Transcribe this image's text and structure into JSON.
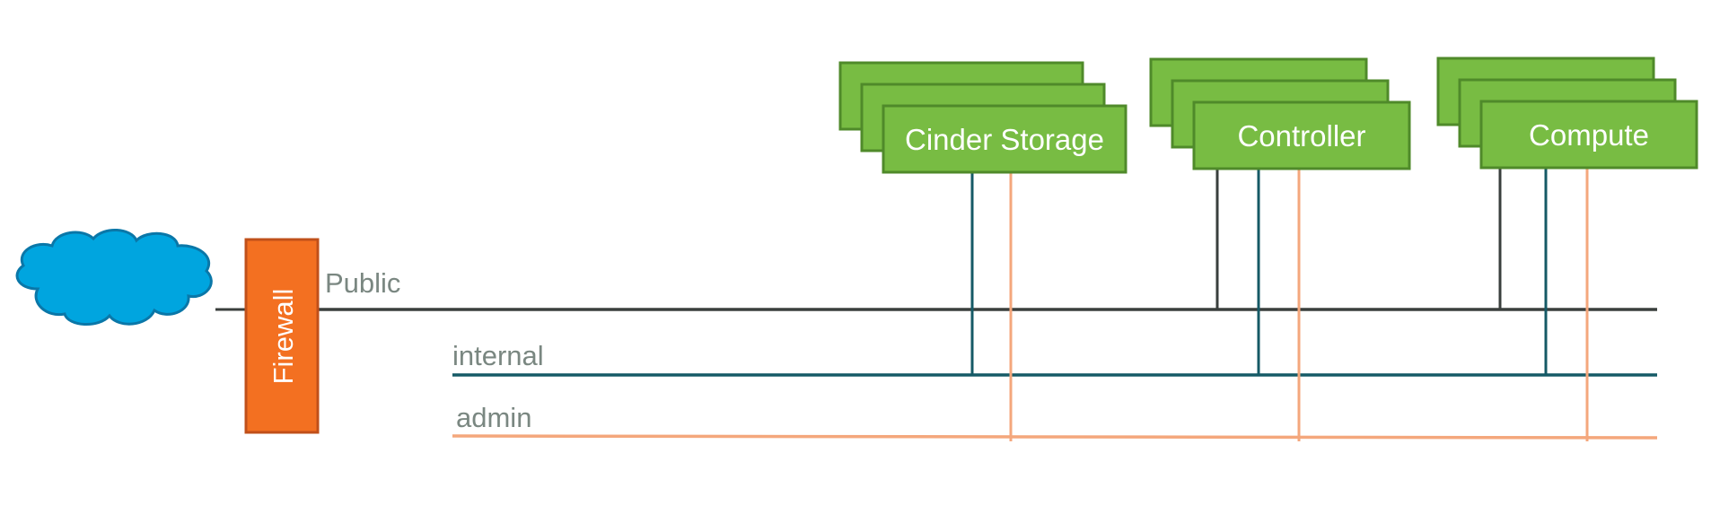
{
  "networks": {
    "public_label": "Public",
    "internal_label": "internal",
    "admin_label": "admin"
  },
  "firewall": {
    "label": "Firewall"
  },
  "nodes": {
    "cinder_storage": {
      "label": "Cinder Storage"
    },
    "controller": {
      "label": "Controller"
    },
    "compute": {
      "label": "Compute"
    }
  },
  "icons": {
    "internet": "cloud-icon"
  },
  "colors": {
    "node_fill": "#78bc43",
    "node_border": "#4f8a2a",
    "firewall_fill": "#f37021",
    "firewall_border": "#c0501a",
    "cloud_fill": "#00a5df",
    "cloud_border": "#0a77a8",
    "public_line": "#3a3f3d",
    "internal_line": "#155a66",
    "admin_line": "#f4a77c"
  }
}
